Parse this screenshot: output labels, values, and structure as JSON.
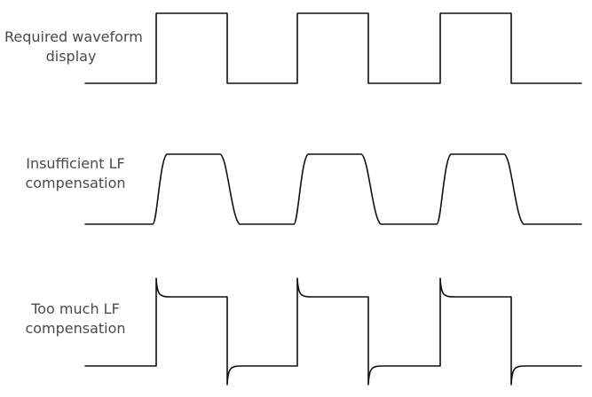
{
  "rows": [
    {
      "id": "required",
      "label_lines": [
        "Required waveform",
        "display"
      ]
    },
    {
      "id": "insufficient",
      "label_lines": [
        "Insufficient LF",
        "compensation"
      ]
    },
    {
      "id": "too_much",
      "label_lines": [
        "Too much LF",
        "compensation"
      ]
    }
  ]
}
